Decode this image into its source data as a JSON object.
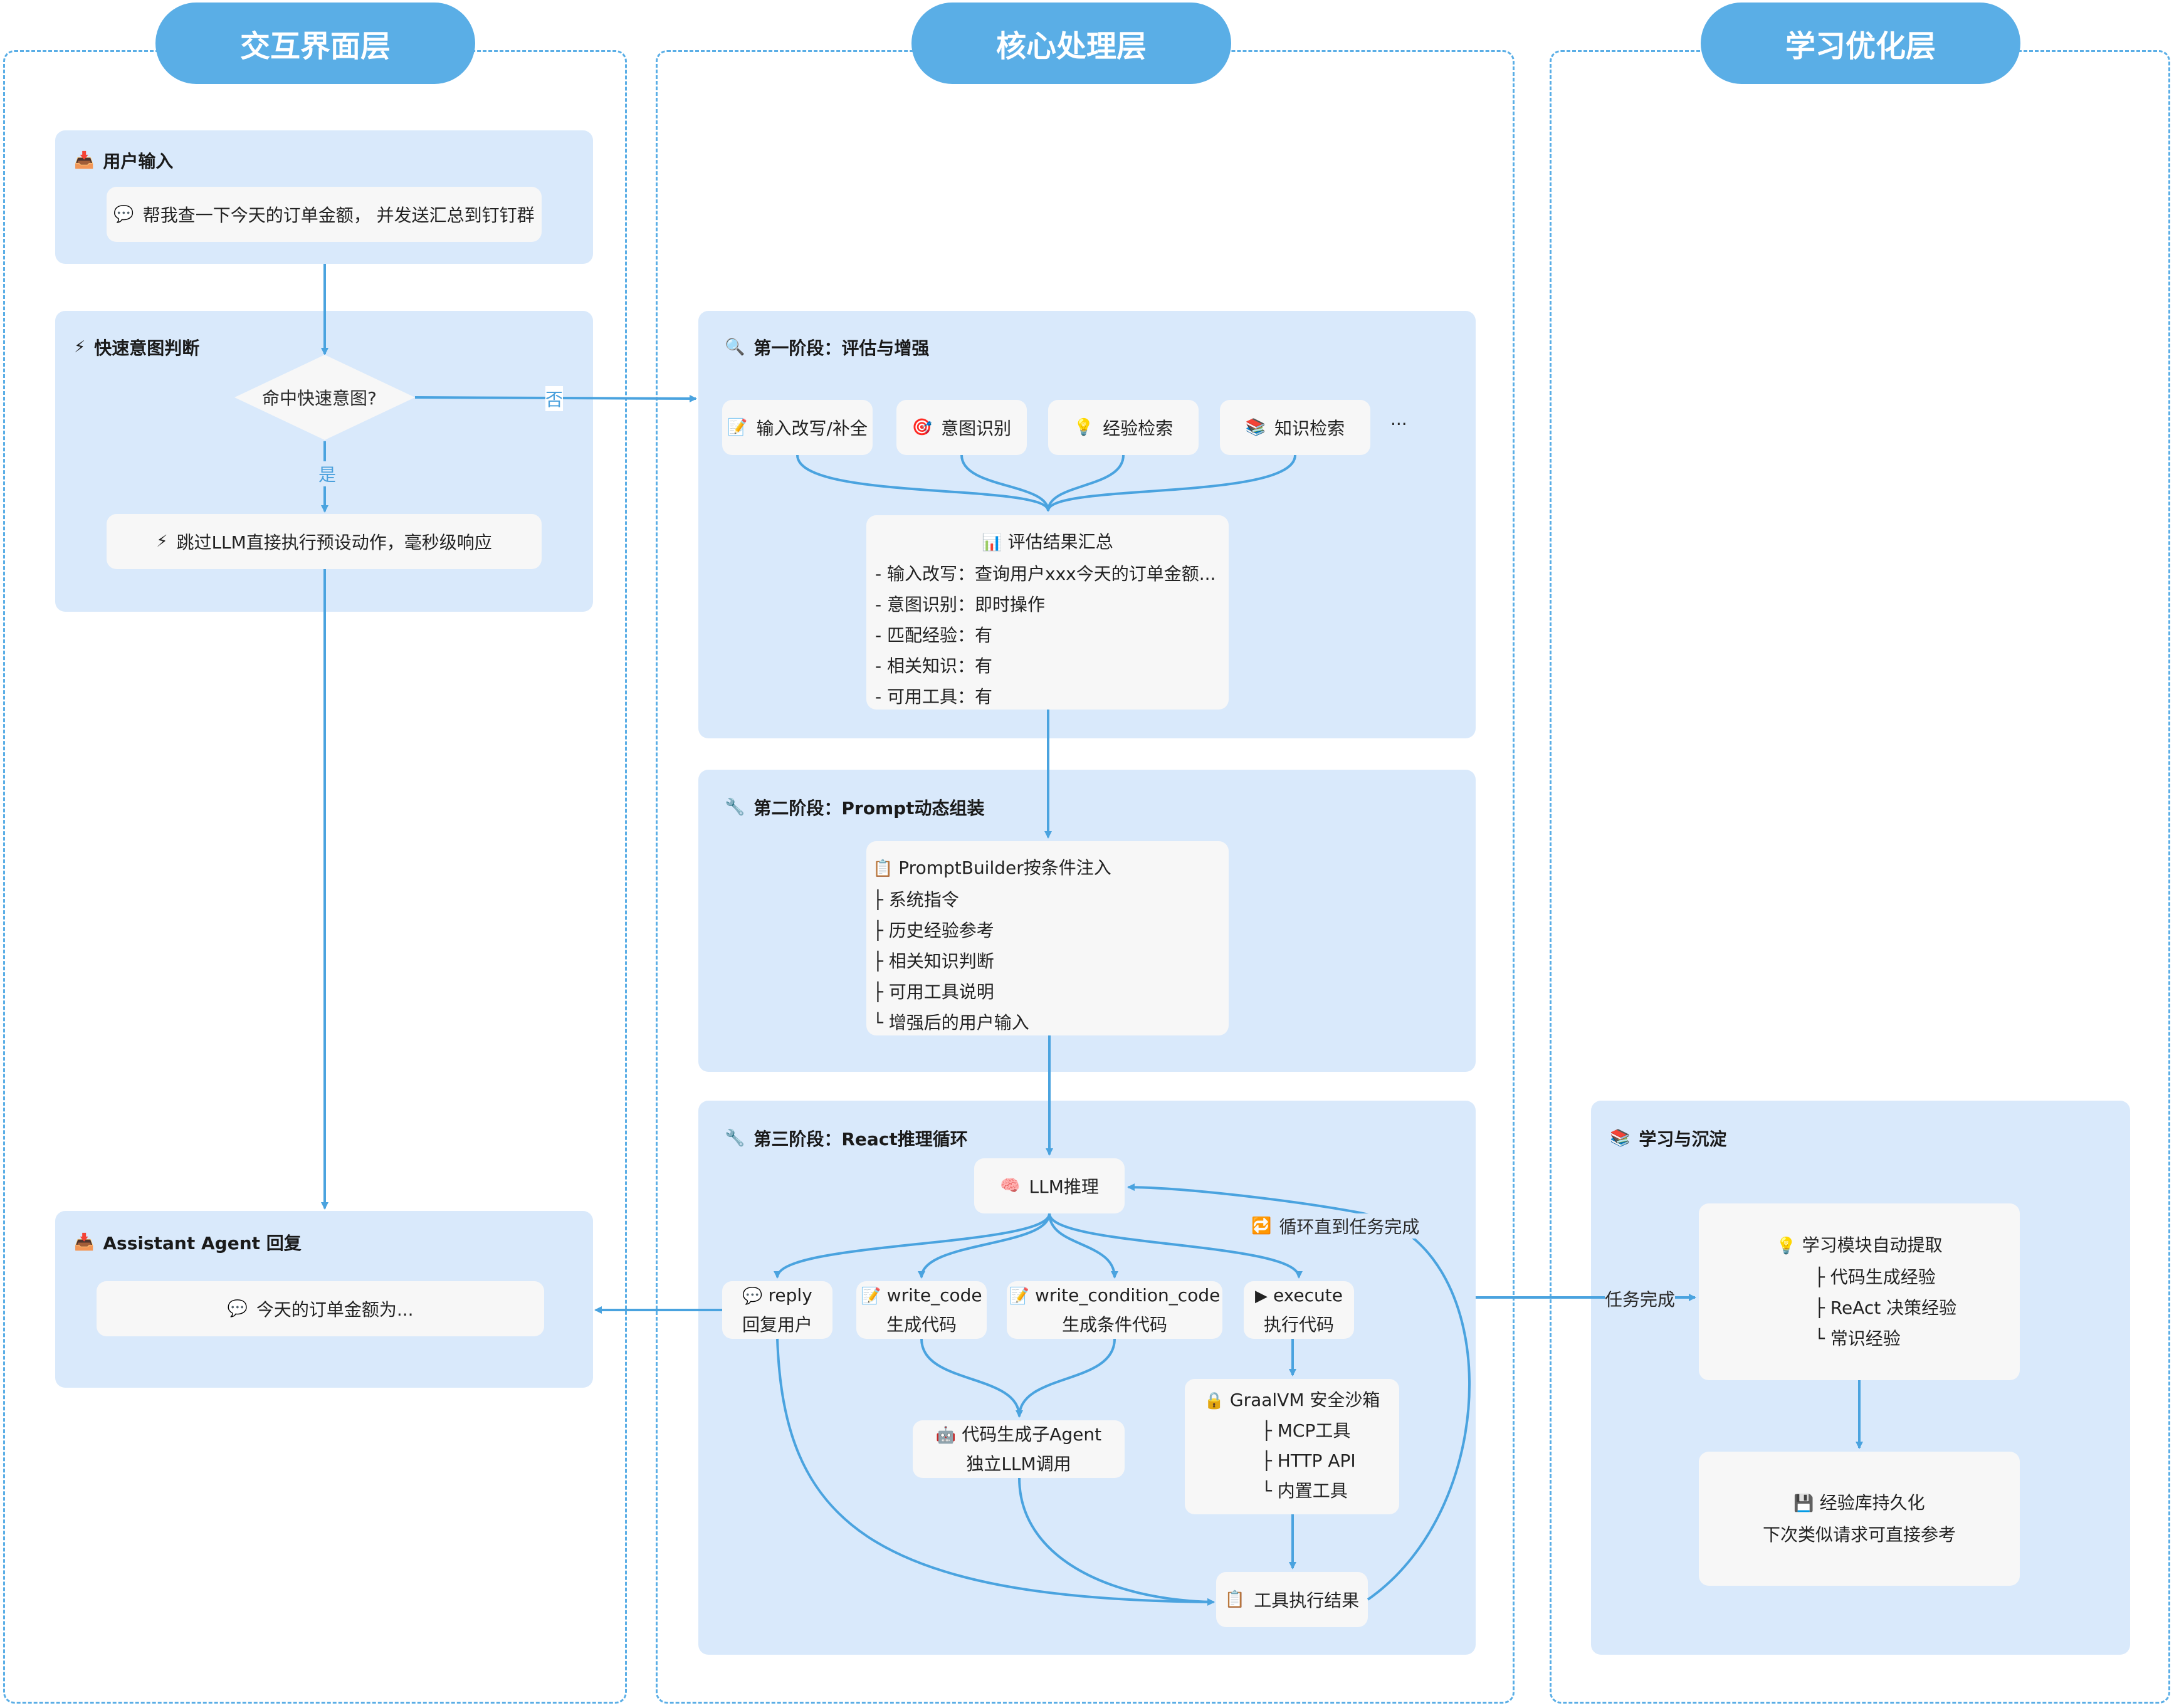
{
  "columns": {
    "interaction": "交互界面层",
    "core": "核心处理层",
    "learning": "学习优化层"
  },
  "user_input": {
    "title": "用户输入",
    "message": "帮我查一下今天的订单金额， 并发送汇总到钉钉群"
  },
  "fast_intent": {
    "title": "快速意图判断",
    "decision": "命中快速意图?",
    "yes": "是",
    "no": "否",
    "action": "跳过LLM直接执行预设动作，毫秒级响应"
  },
  "agent_reply": {
    "title": "Assistant Agent 回复",
    "message": "今天的订单金额为..."
  },
  "stage1": {
    "title": "第一阶段：评估与增强",
    "steps": [
      "输入改写/补全",
      "意图识别",
      "经验检索",
      "知识检索"
    ],
    "more": "···",
    "summary_title": "评估结果汇总",
    "summary_lines": [
      "- 输入改写：查询用户xxx今天的订单金额...",
      "- 意图识别：即时操作",
      "- 匹配经验：有",
      "- 相关知识：有",
      "- 可用工具：有"
    ]
  },
  "stage2": {
    "title": "第二阶段：Prompt动态组装",
    "builder_title": "PromptBuilder按条件注入",
    "builder_lines": [
      "├ 系统指令",
      "├ 历史经验参考",
      "├ 相关知识判断",
      "├ 可用工具说明",
      "└ 增强后的用户输入"
    ]
  },
  "stage3": {
    "title": "第三阶段：React推理循环",
    "llm": "LLM推理",
    "loop_label": "循环直到任务完成",
    "tools": [
      {
        "name": "reply",
        "desc": "回复用户"
      },
      {
        "name": "write_code",
        "desc": "生成代码"
      },
      {
        "name": "write_condition_code",
        "desc": "生成条件代码"
      },
      {
        "name": "execute",
        "desc": "执行代码"
      }
    ],
    "subagent": {
      "name": "代码生成子Agent",
      "desc": "独立LLM调用"
    },
    "sandbox_title": "GraalVM 安全沙箱",
    "sandbox_lines": [
      "├ MCP工具",
      "├ HTTP API",
      "└ 内置工具"
    ],
    "result": "工具执行结果"
  },
  "learning": {
    "title": "学习与沉淀",
    "task_done": "任务完成",
    "extract_title": "学习模块自动提取",
    "extract_lines": [
      "├ 代码生成经验",
      "├ ReAct 决策经验",
      "└ 常识经验"
    ],
    "persist_title": "经验库持久化",
    "persist_desc": "下次类似请求可直接参考"
  },
  "colors": {
    "accent": "#5aaee6",
    "panel": "#d9e9fb",
    "card": "#f7f7f7",
    "arrow": "#4aa3df"
  }
}
